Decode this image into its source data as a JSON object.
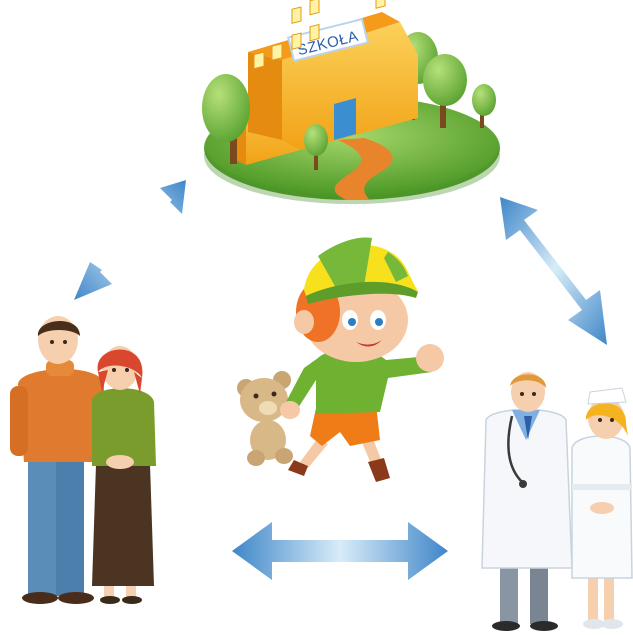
{
  "school": {
    "sign_label": "SZKOŁA"
  },
  "colors": {
    "arrow_dark": "#3f86c9",
    "arrow_light": "#d8ecf8",
    "school_wall": "#f7b21c",
    "school_roof": "#f59a1b",
    "grass": "#5aa82f",
    "tree": "#7cc24a",
    "path": "#e8802a"
  },
  "icons": [
    "school-building",
    "boy-with-teddy-bear",
    "parents",
    "doctor-and-nurse",
    "double-arrow"
  ]
}
